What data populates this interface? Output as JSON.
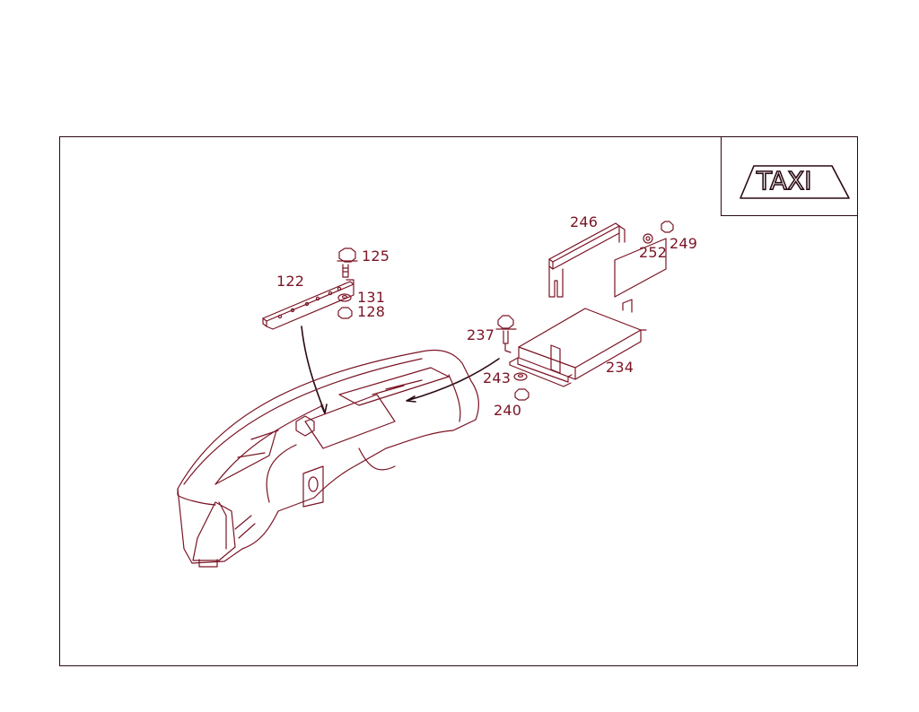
{
  "diagram": {
    "type": "exploded-parts-diagram",
    "subject": "Dashboard with taxi equipment mounting parts",
    "badge": {
      "text": "TAXI",
      "icon": "taxi-sign-icon"
    },
    "colors": {
      "line": "#7a1424",
      "frame": "#2a0a12",
      "background": "#ffffff"
    },
    "parts": [
      {
        "id": "part-122",
        "number": "122",
        "description": "mounting bracket strip"
      },
      {
        "id": "part-125",
        "number": "125",
        "description": "hex flange bolt"
      },
      {
        "id": "part-131",
        "number": "131",
        "description": "washer"
      },
      {
        "id": "part-128",
        "number": "128",
        "description": "hex nut"
      },
      {
        "id": "part-246",
        "number": "246",
        "description": "bracket"
      },
      {
        "id": "part-252",
        "number": "252",
        "description": "washer"
      },
      {
        "id": "part-249",
        "number": "249",
        "description": "nut"
      },
      {
        "id": "part-237",
        "number": "237",
        "description": "hex flange bolt"
      },
      {
        "id": "part-234",
        "number": "234",
        "description": "control unit box"
      },
      {
        "id": "part-243",
        "number": "243",
        "description": "washer"
      },
      {
        "id": "part-240",
        "number": "240",
        "description": "hex nut"
      }
    ]
  }
}
